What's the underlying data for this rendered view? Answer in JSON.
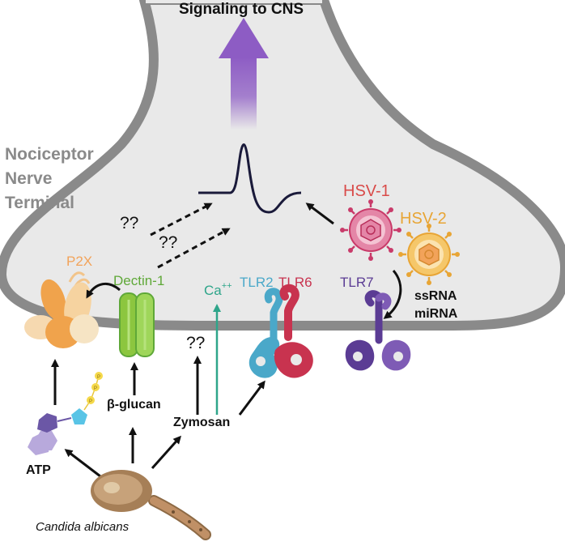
{
  "title": "Signaling to CNS",
  "region_label": [
    "Nociceptor",
    "Nerve",
    "Terminal"
  ],
  "receptors": {
    "p2x": "P2X",
    "dectin1": "Dectin-1",
    "tlr2": "TLR2",
    "tlr6": "TLR6",
    "tlr7": "TLR7"
  },
  "calcium": "Ca",
  "calcium_sup": "++",
  "viruses": {
    "hsv1": "HSV-1",
    "hsv2": "HSV-2"
  },
  "nucleic_acids": [
    "ssRNA",
    "miRNA"
  ],
  "unknown_marks": [
    "??",
    "??",
    "??"
  ],
  "ligands": {
    "atp": "ATP",
    "atp_phosphates": [
      "P",
      "P",
      "P"
    ],
    "beta_glucan": "β-glucan",
    "zymosan": "Zymosan"
  },
  "organism": "Candida albicans",
  "colors": {
    "membrane": "#8a8a8a",
    "cytoplasm": "#e9e9e9",
    "cns_arrow": "#8d5cc4",
    "p2x": "#f2a35a",
    "dectin1": "#5fa838",
    "calcium": "#2ea58a",
    "tlr2": "#4aa8c9",
    "tlr6": "#c8334f",
    "tlr7": "#5b3c94",
    "hsv1": "#d94b49",
    "hsv2": "#e8a535",
    "atp_hex": "#6b57a6",
    "atp_pent": "#59c4e6",
    "candida": "#a67f57"
  }
}
